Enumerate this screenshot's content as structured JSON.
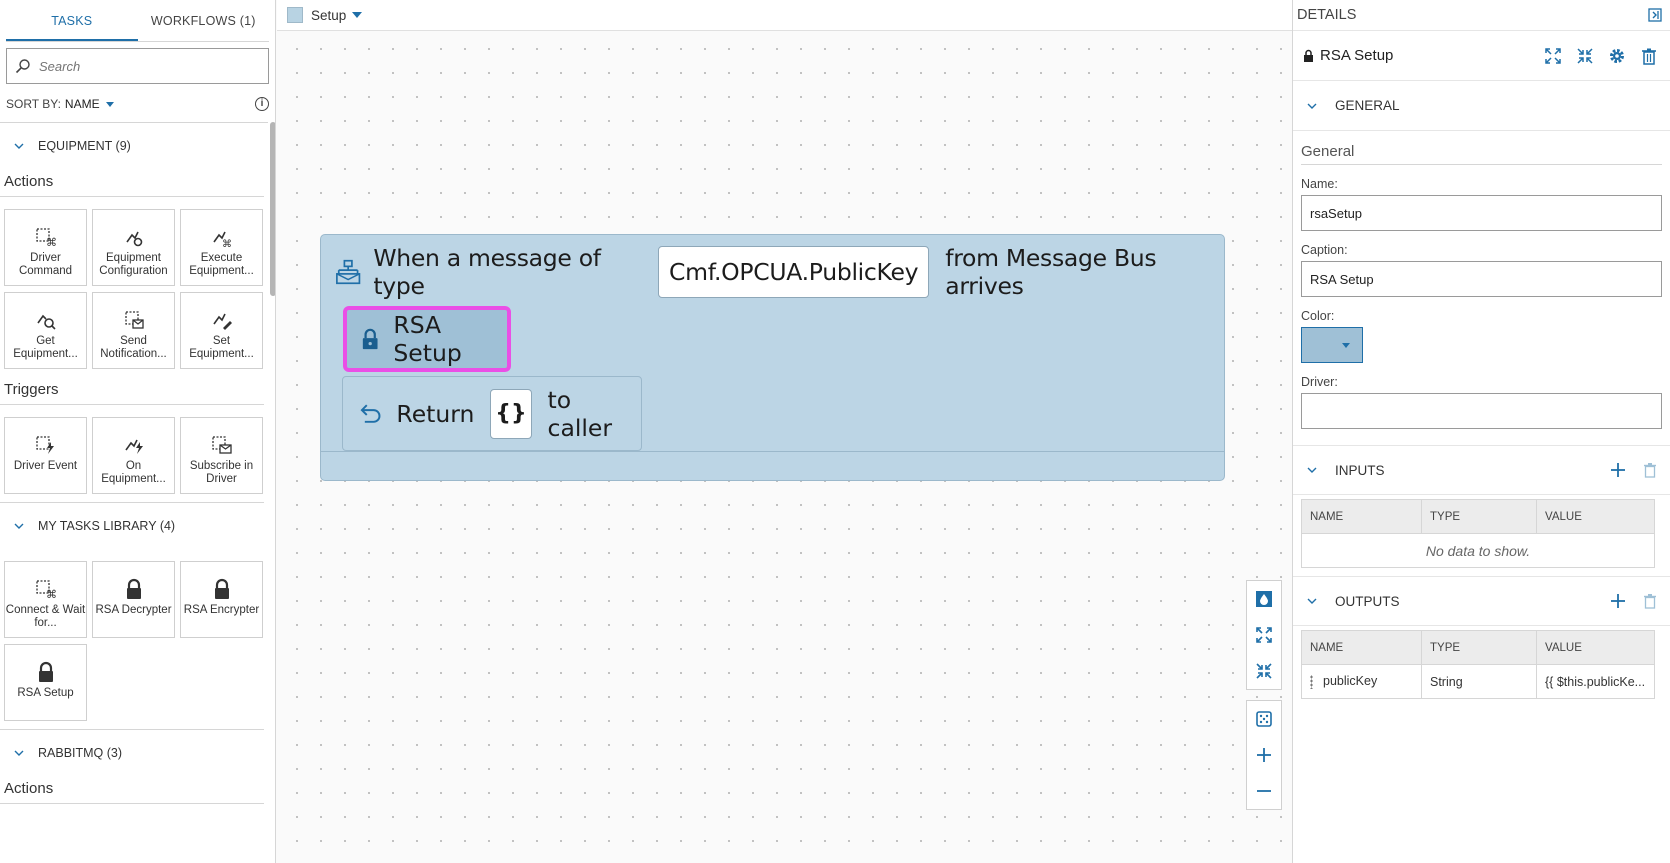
{
  "left": {
    "tabs": [
      {
        "label": "TASKS"
      },
      {
        "label": "WORKFLOWS (1)"
      }
    ],
    "search_placeholder": "Search",
    "sort_label": "SORT BY:",
    "sort_value": "NAME",
    "sections": [
      {
        "label": "EQUIPMENT (9)"
      },
      {
        "label": "MY TASKS LIBRARY (4)"
      },
      {
        "label": "RABBITMQ (3)"
      }
    ],
    "groups": {
      "actions": "Actions",
      "triggers": "Triggers"
    },
    "equipment_actions": [
      {
        "label": "Driver Command",
        "icon": "driver-command-icon"
      },
      {
        "label": "Equipment Configuration",
        "icon": "equipment-configuration-icon"
      },
      {
        "label": "Execute Equipment...",
        "icon": "execute-equipment-icon"
      },
      {
        "label": "Get Equipment...",
        "icon": "get-equipment-icon"
      },
      {
        "label": "Send Notification...",
        "icon": "send-notification-icon"
      },
      {
        "label": "Set Equipment...",
        "icon": "set-equipment-icon"
      }
    ],
    "equipment_triggers": [
      {
        "label": "Driver Event",
        "icon": "driver-event-icon"
      },
      {
        "label": "On Equipment...",
        "icon": "on-equipment-icon"
      },
      {
        "label": "Subscribe in Driver",
        "icon": "subscribe-driver-icon"
      }
    ],
    "library": [
      {
        "label": "Connect & Wait for...",
        "icon": "connect-wait-icon"
      },
      {
        "label": "RSA Decrypter",
        "icon": "lock-icon"
      },
      {
        "label": "RSA Encrypter",
        "icon": "lock-icon"
      },
      {
        "label": "RSA Setup",
        "icon": "lock-icon"
      }
    ],
    "rabbit_group": "Actions"
  },
  "canvas": {
    "page_name": "Setup",
    "page_color": "#b8d3e3",
    "trigger": {
      "prefix": "When a message of type",
      "message_type": "Cmf.OPCUA.PublicKey",
      "suffix": "from Message Bus arrives"
    },
    "task": {
      "label": "RSA Setup"
    },
    "return": {
      "prefix": "Return",
      "value": "{}",
      "suffix": "to caller"
    },
    "block_color": "#bcd5e5",
    "highlight_color": "#ea4fe6"
  },
  "details": {
    "header": "DETAILS",
    "title": "RSA Setup",
    "general_section": "GENERAL",
    "general_title": "General",
    "name_label": "Name:",
    "name_value": "rsaSetup",
    "caption_label": "Caption:",
    "caption_value": "RSA Setup",
    "color_label": "Color:",
    "color_value": "#9fc0d6",
    "driver_label": "Driver:",
    "driver_value": "",
    "inputs_section": "INPUTS",
    "outputs_section": "OUTPUTS",
    "columns": [
      "NAME",
      "TYPE",
      "VALUE"
    ],
    "inputs_empty": "No data to show.",
    "outputs": [
      {
        "name": "publicKey",
        "type": "String",
        "value": "{{ $this.publicKe..."
      }
    ]
  }
}
